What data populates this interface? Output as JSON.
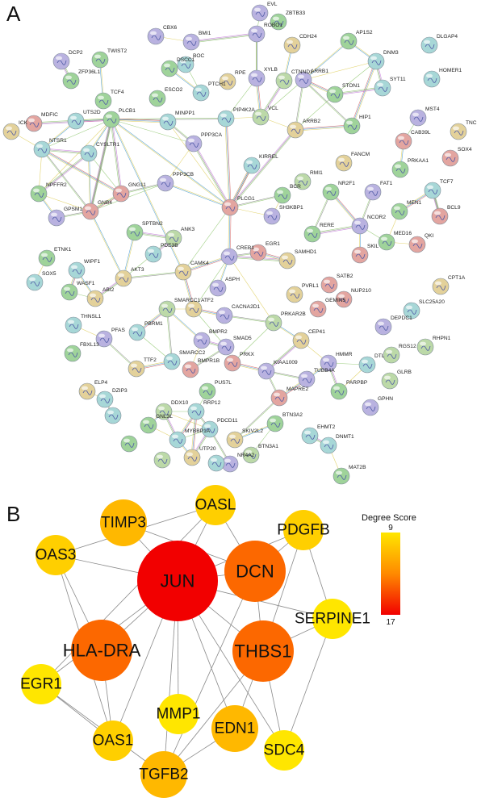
{
  "panel_a": {
    "label": "A",
    "node_colors": [
      "#9fd39a",
      "#a7d7d7",
      "#b9b2e0",
      "#e3d19a",
      "#e3a5a0",
      "#bcd9a8"
    ],
    "nodes": [
      "EVL",
      "ZBTB33",
      "CBX6",
      "BMI1",
      "ROBO1",
      "CDH24",
      "AP1S2",
      "DLGAP4",
      "DCP2",
      "TWIST2",
      "BOC",
      "XYLB",
      "DNM3",
      "HOMER1",
      "ZFP36L1",
      "DSCC1",
      "TCF4",
      "ESCO2",
      "PTCH1",
      "RPE",
      "CTNND1",
      "ARRB1",
      "SYT11",
      "STON1",
      "MST4",
      "MDFIC",
      "UTS2D",
      "PLCB1",
      "MINPP1",
      "PIP4K2A",
      "VCL",
      "HIP1",
      "ARRB2",
      "CAB39L",
      "TNC",
      "ICK",
      "NTSR1",
      "CYSLTR1",
      "PPP3CA",
      "KIRREL",
      "SOX4",
      "PRKAA1",
      "TCF7",
      "NPFFR2",
      "GNG11",
      "PPP3CB",
      "RMI1",
      "FANCM",
      "NR2F1",
      "FAT1",
      "MEN1",
      "BCL9",
      "GPSM1",
      "GNB4",
      "PLCG1",
      "BCR",
      "SH3KBP1",
      "RERE",
      "NCOR2",
      "MED16",
      "QKI",
      "ANK3",
      "SPTBN2",
      "PDE3B",
      "EGR1",
      "CREB1",
      "SAMHD1",
      "SKIL",
      "ETNK1",
      "WIPF1",
      "AKT3",
      "CAMK4",
      "SOX5",
      "WASF1",
      "ABI2",
      "ASPH",
      "SATB2",
      "CPT1A",
      "PVRL1",
      "GEMIN5",
      "NUP210",
      "ATF2",
      "SMARCC1",
      "CACNA2D1",
      "SLC25A20",
      "THNSL1",
      "PRKAR2B",
      "CEP41",
      "DEPDC1",
      "PFAS",
      "PBRM1",
      "SMAD5",
      "BMPR2",
      "RHPN1",
      "FBXL13",
      "SMARCC2",
      "HMMR",
      "RGS12",
      "DTL",
      "TTF2",
      "KIAA1009",
      "PRKX",
      "BMPR1B",
      "TUBB4A",
      "PARPBP",
      "GLRB",
      "PUS7L",
      "ELP4",
      "DZIP3",
      "DDX10",
      "RRP12",
      "GNL3L",
      "MAPRE2",
      "PDCD11",
      "BTN3A2",
      "EHMT2",
      "GPHN",
      "MYBBP1A",
      "SKIV2L2",
      "BTN3A1",
      "UTP20",
      "NR4A2",
      "DNMT1",
      "MAT2B"
    ]
  },
  "panel_b": {
    "label": "B",
    "legend": {
      "title": "Degree Score",
      "max_label": "9",
      "min_label": "17"
    },
    "colors": {
      "low": "#ffe600",
      "high": "#f20000"
    },
    "nodes": [
      {
        "name": "JUN",
        "degree": 17
      },
      {
        "name": "DCN",
        "degree": 14
      },
      {
        "name": "HLA-DRA",
        "degree": 14
      },
      {
        "name": "THBS1",
        "degree": 14
      },
      {
        "name": "TIMP3",
        "degree": 11
      },
      {
        "name": "OASL",
        "degree": 10
      },
      {
        "name": "PDGFB",
        "degree": 10
      },
      {
        "name": "OAS3",
        "degree": 10
      },
      {
        "name": "SERPINE1",
        "degree": 9
      },
      {
        "name": "EGR1",
        "degree": 9
      },
      {
        "name": "MMP1",
        "degree": 9
      },
      {
        "name": "EDN1",
        "degree": 11
      },
      {
        "name": "OAS1",
        "degree": 10
      },
      {
        "name": "SDC4",
        "degree": 9
      },
      {
        "name": "TGFB2",
        "degree": 11
      }
    ],
    "edges": [
      [
        "JUN",
        "TIMP3"
      ],
      [
        "JUN",
        "OASL"
      ],
      [
        "JUN",
        "DCN"
      ],
      [
        "JUN",
        "OAS3"
      ],
      [
        "JUN",
        "HLA-DRA"
      ],
      [
        "JUN",
        "THBS1"
      ],
      [
        "JUN",
        "EGR1"
      ],
      [
        "JUN",
        "MMP1"
      ],
      [
        "JUN",
        "EDN1"
      ],
      [
        "JUN",
        "TGFB2"
      ],
      [
        "JUN",
        "OAS1"
      ],
      [
        "JUN",
        "SERPINE1"
      ],
      [
        "JUN",
        "PDGFB"
      ],
      [
        "JUN",
        "SDC4"
      ],
      [
        "OASL",
        "OAS3"
      ],
      [
        "OASL",
        "EGR1"
      ],
      [
        "OASL",
        "DCN"
      ],
      [
        "OAS3",
        "HLA-DRA"
      ],
      [
        "OAS3",
        "OAS1"
      ],
      [
        "EGR1",
        "OAS1"
      ],
      [
        "EGR1",
        "TGFB2"
      ],
      [
        "HLA-DRA",
        "OAS1"
      ],
      [
        "DCN",
        "THBS1"
      ],
      [
        "DCN",
        "PDGFB"
      ],
      [
        "DCN",
        "TGFB2"
      ],
      [
        "PDGFB",
        "SERPINE1"
      ],
      [
        "PDGFB",
        "THBS1"
      ],
      [
        "THBS1",
        "SERPINE1"
      ],
      [
        "THBS1",
        "EDN1"
      ],
      [
        "THBS1",
        "TGFB2"
      ],
      [
        "THBS1",
        "SDC4"
      ],
      [
        "SERPINE1",
        "SDC4"
      ],
      [
        "EDN1",
        "TGFB2"
      ],
      [
        "TIMP3",
        "DCN"
      ]
    ]
  }
}
